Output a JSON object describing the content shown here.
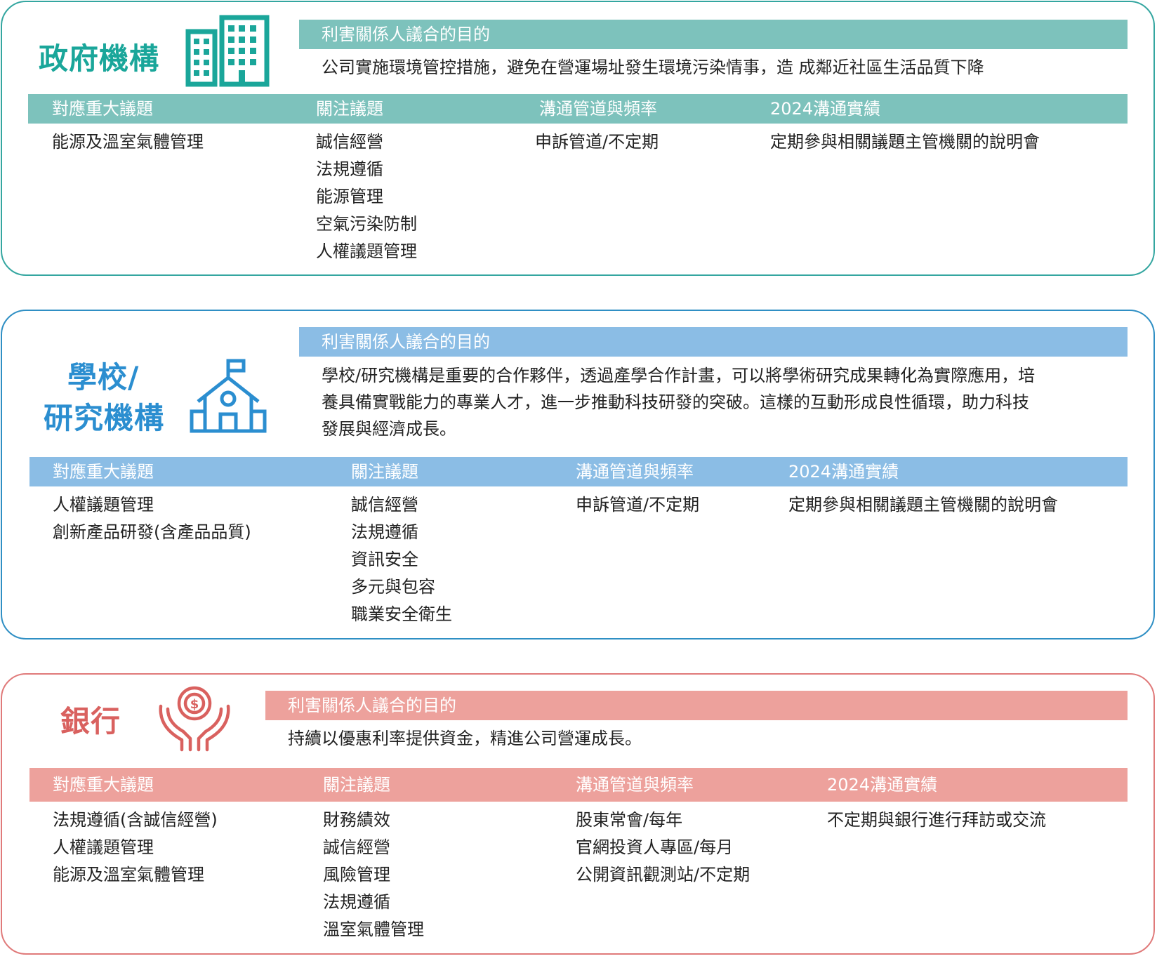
{
  "colors": {
    "government": "#1aa69a",
    "government_bar": "#7dc2bc",
    "school": "#2b8ed0",
    "school_bar": "#8bbde5",
    "bank": "#d9615f",
    "bank_bar": "#eda19c"
  },
  "sections": [
    {
      "title": "政府機構",
      "icon": "office-building-icon",
      "purpose_label": "利害關係人議合的目的",
      "purpose": "公司實施環境管控措施，避免在營運場址發生環境污染情事，造 成鄰近社區生活品質下降",
      "headers": [
        "對應重大議題",
        "關注議題",
        "溝通管道與頻率",
        "2024溝通實績"
      ],
      "material_topics": [
        "能源及溫室氣體管理"
      ],
      "focus_topics": [
        "誠信經營",
        "法規遵循",
        "能源管理",
        "空氣污染防制",
        "人權議題管理"
      ],
      "channels": [
        "申訴管道/不定期"
      ],
      "results": [
        "定期參與相關議題主管機關的說明會"
      ]
    },
    {
      "title_line1": "學校/",
      "title_line2": "研究機構",
      "icon": "school-icon",
      "purpose_label": "利害關係人議合的目的",
      "purpose_lines": [
        "學校/研究機構是重要的合作夥伴，透過產學合作計畫，可以將學術研究成果轉化為實際應用，培",
        "養具備實戰能力的專業人才，進一步推動科技研發的突破。這樣的互動形成良性循環，助力科技",
        "發展與經濟成長。"
      ],
      "headers": [
        "對應重大議題",
        "關注議題",
        "溝通管道與頻率",
        "2024溝通實績"
      ],
      "material_topics": [
        "人權議題管理",
        "創新產品研發(含產品品質)"
      ],
      "focus_topics": [
        "誠信經營",
        "法規遵循",
        "資訊安全",
        "多元與包容",
        "職業安全衛生"
      ],
      "channels": [
        "申訴管道/不定期"
      ],
      "results": [
        "定期參與相關議題主管機關的說明會"
      ]
    },
    {
      "title": "銀行",
      "icon": "hands-coin-icon",
      "purpose_label": "利害關係人議合的目的",
      "purpose": "持續以優惠利率提供資金，精進公司營運成長。",
      "headers": [
        "對應重大議題",
        "關注議題",
        "溝通管道與頻率",
        "2024溝通實績"
      ],
      "material_topics": [
        "法規遵循(含誠信經營)",
        "人權議題管理",
        "能源及溫室氣體管理"
      ],
      "focus_topics": [
        "財務績效",
        "誠信經營",
        "風險管理",
        "法規遵循",
        "溫室氣體管理"
      ],
      "channels": [
        "股東常會/每年",
        "官網投資人專區/每月",
        "公開資訊觀測站/不定期"
      ],
      "results": [
        "不定期與銀行進行拜訪或交流"
      ]
    }
  ]
}
